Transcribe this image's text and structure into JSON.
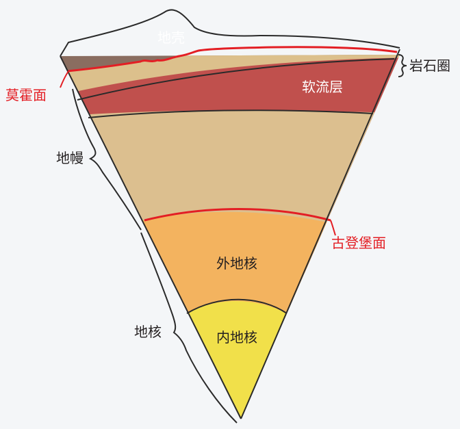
{
  "diagram": {
    "layers": {
      "crust": "地壳",
      "asthenosphere": "软流层",
      "outer_core": "外地核",
      "inner_core": "内地核"
    },
    "brackets": {
      "lithosphere": "岩石圈",
      "mantle": "地幔",
      "core": "地核"
    },
    "boundaries": {
      "moho": "莫霍面",
      "gutenberg": "古登堡面"
    },
    "colors": {
      "background": "#f4f6f8",
      "crust": "#8a6d60",
      "upper_mantle_band": "#dcc08c",
      "asthenosphere": "#c0504d",
      "lower_mantle": "#dcbf8f",
      "outer_core": "#f3b35f",
      "inner_core": "#f1e04a",
      "boundary_line": "#e31e24",
      "outline": "#1f1f1f"
    }
  }
}
